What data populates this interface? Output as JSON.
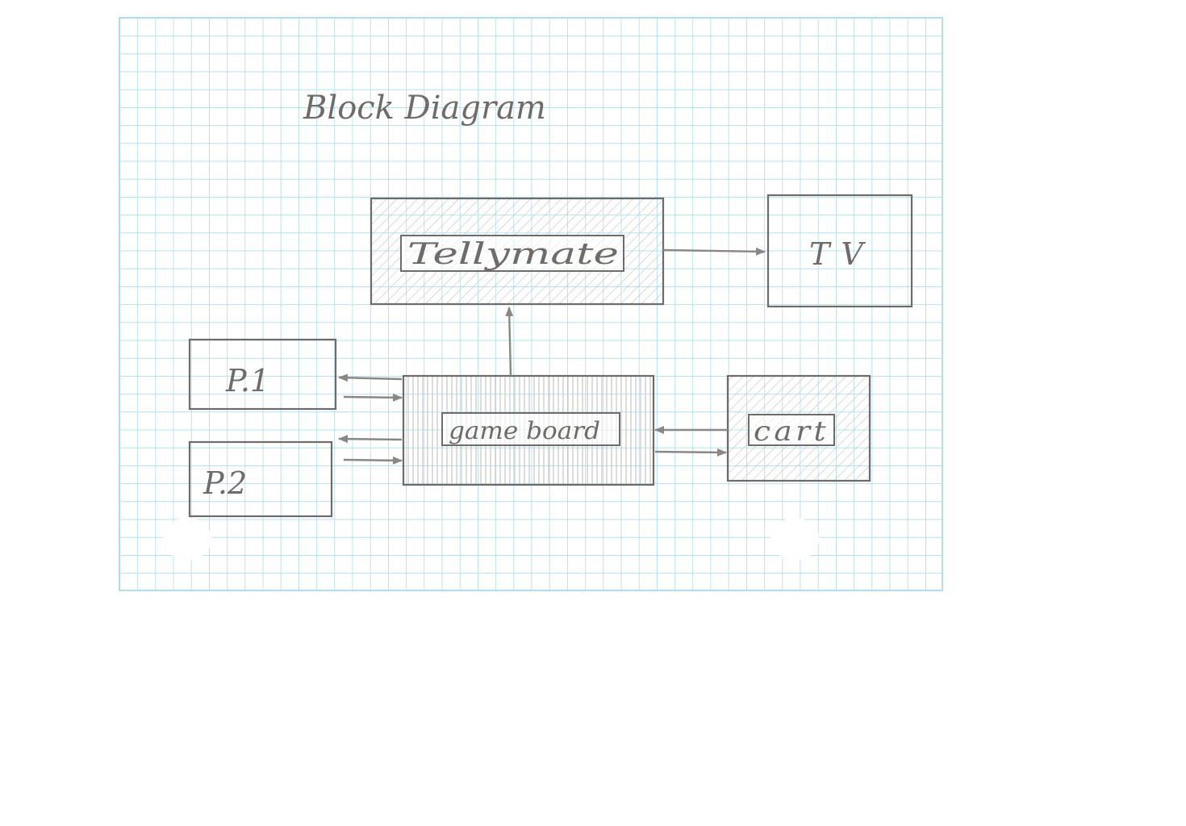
{
  "title": "Block Diagram",
  "blocks": {
    "tellymate": {
      "label": "Tellymate",
      "shaded": true,
      "inner_box": true
    },
    "tv": {
      "label": "TV",
      "shaded": false,
      "inner_box": false
    },
    "p1": {
      "label": "P.1",
      "shaded": false,
      "inner_box": false
    },
    "p2": {
      "label": "P.2",
      "shaded": false,
      "inner_box": false
    },
    "gameboard": {
      "label": "game board",
      "shaded": true,
      "inner_box": true
    },
    "cart": {
      "label": "cart",
      "shaded": true,
      "inner_box": true
    }
  },
  "connections": [
    {
      "from": "tellymate",
      "to": "tv"
    },
    {
      "from": "gameboard",
      "to": "tellymate"
    },
    {
      "from": "gameboard",
      "to": "p1"
    },
    {
      "from": "p1",
      "to": "gameboard"
    },
    {
      "from": "gameboard",
      "to": "p2"
    },
    {
      "from": "p2",
      "to": "gameboard"
    },
    {
      "from": "cart",
      "to": "gameboard"
    },
    {
      "from": "gameboard",
      "to": "cart"
    }
  ],
  "colors": {
    "grid": "#9fd7ea",
    "pencil": "#6e6b68",
    "paper": "#ffffff"
  }
}
